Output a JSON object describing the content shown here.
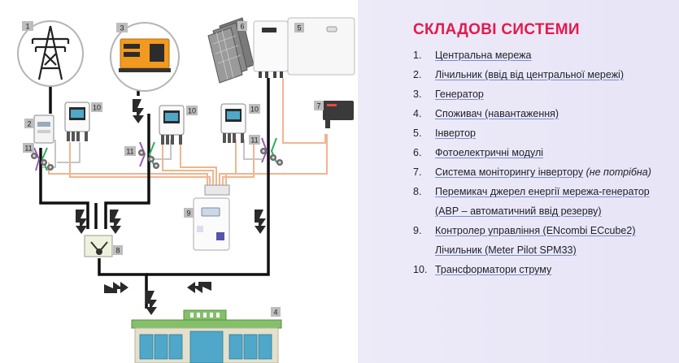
{
  "title": "СКЛАДОВІ СИСТЕМИ",
  "legend": [
    {
      "num": "1.",
      "text": "Центральна мережа"
    },
    {
      "num": "2.",
      "text": "Лічильник (ввід від центральної мережі)"
    },
    {
      "num": "3.",
      "text": "Генератор"
    },
    {
      "num": "4.",
      "text": "Споживач (навантаження)"
    },
    {
      "num": "5.",
      "text": "Інвертор"
    },
    {
      "num": "6.",
      "text": "Фотоелектричні модулі"
    },
    {
      "num": "7.",
      "text": "Система моніторингу інвертору",
      "note": "(не потрібна)"
    },
    {
      "num": "8.",
      "text": "Перемикач джерел енергії мережа-генератор"
    },
    {
      "num": "",
      "text": "(АВР – автоматичний ввід резерву)"
    },
    {
      "num": "9.",
      "text": "Контролер управління (ENcombi ECcube2)"
    },
    {
      "num": "",
      "text": "Лічильник (Meter Pilot SPM33)"
    },
    {
      "num": "10.",
      "text": "Трансформатори струму"
    }
  ],
  "diagram": {
    "badges": {
      "grid": "1",
      "meter": "2",
      "generator": "3",
      "consumer": "4",
      "inverter": "5",
      "pv": "6",
      "monitoring": "7",
      "switch": "8",
      "controller": "9",
      "ct_a": "10",
      "ct_b": "10",
      "ct_c": "10",
      "ctc_a": "11",
      "ctc_b": "11",
      "ctc_c": "11"
    },
    "colors": {
      "power_line": "#111111",
      "signal_line": "#f1b58f",
      "signal_line_2": "#c5c5c5",
      "accent": "#e5194b",
      "badge_bg": "#bdbdbd",
      "building_roof": "#84c06a",
      "building_wall": "#e4e0cb",
      "building_glass": "#4fa7c9",
      "generator": "#f19a1f"
    }
  }
}
